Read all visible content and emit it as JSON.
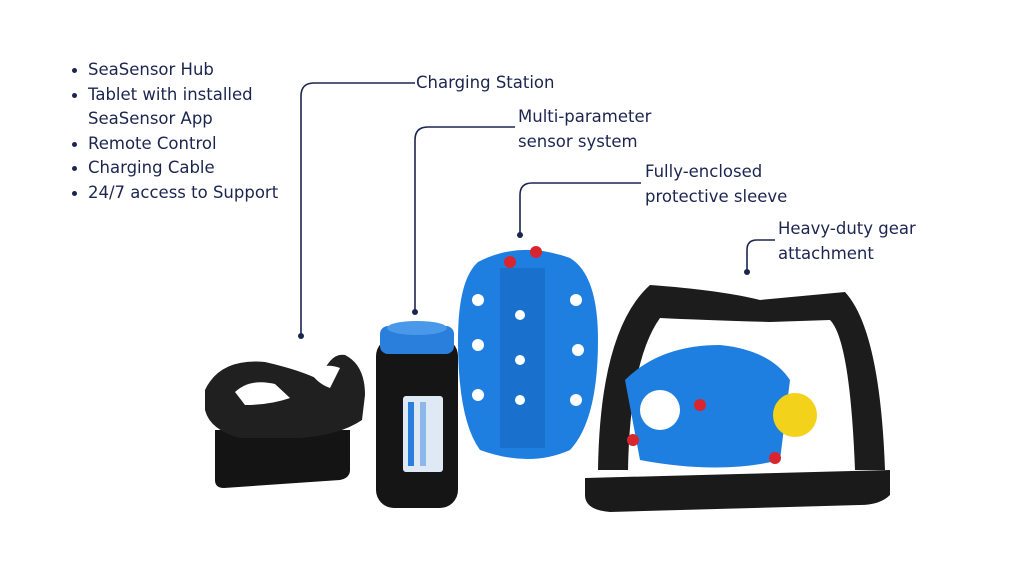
{
  "included_items": [
    "SeaSensor Hub",
    "Tablet with installed SeaSensor App",
    "Remote Control",
    "Charging Cable",
    "24/7 access to Support"
  ],
  "callouts": {
    "charging_station": "Charging Station",
    "sensor_line1": "Multi-parameter",
    "sensor_line2": "sensor system",
    "sleeve_line1": "Fully-enclosed",
    "sleeve_line2": "protective sleeve",
    "gear_line1": "Heavy-duty gear",
    "gear_line2": "attachment"
  },
  "colors": {
    "text": "#1c2550",
    "product_blue": "#1f7fe0",
    "product_black": "#1a1a1a",
    "accent_red": "#d8252e",
    "accent_yellow": "#f2d21a"
  }
}
